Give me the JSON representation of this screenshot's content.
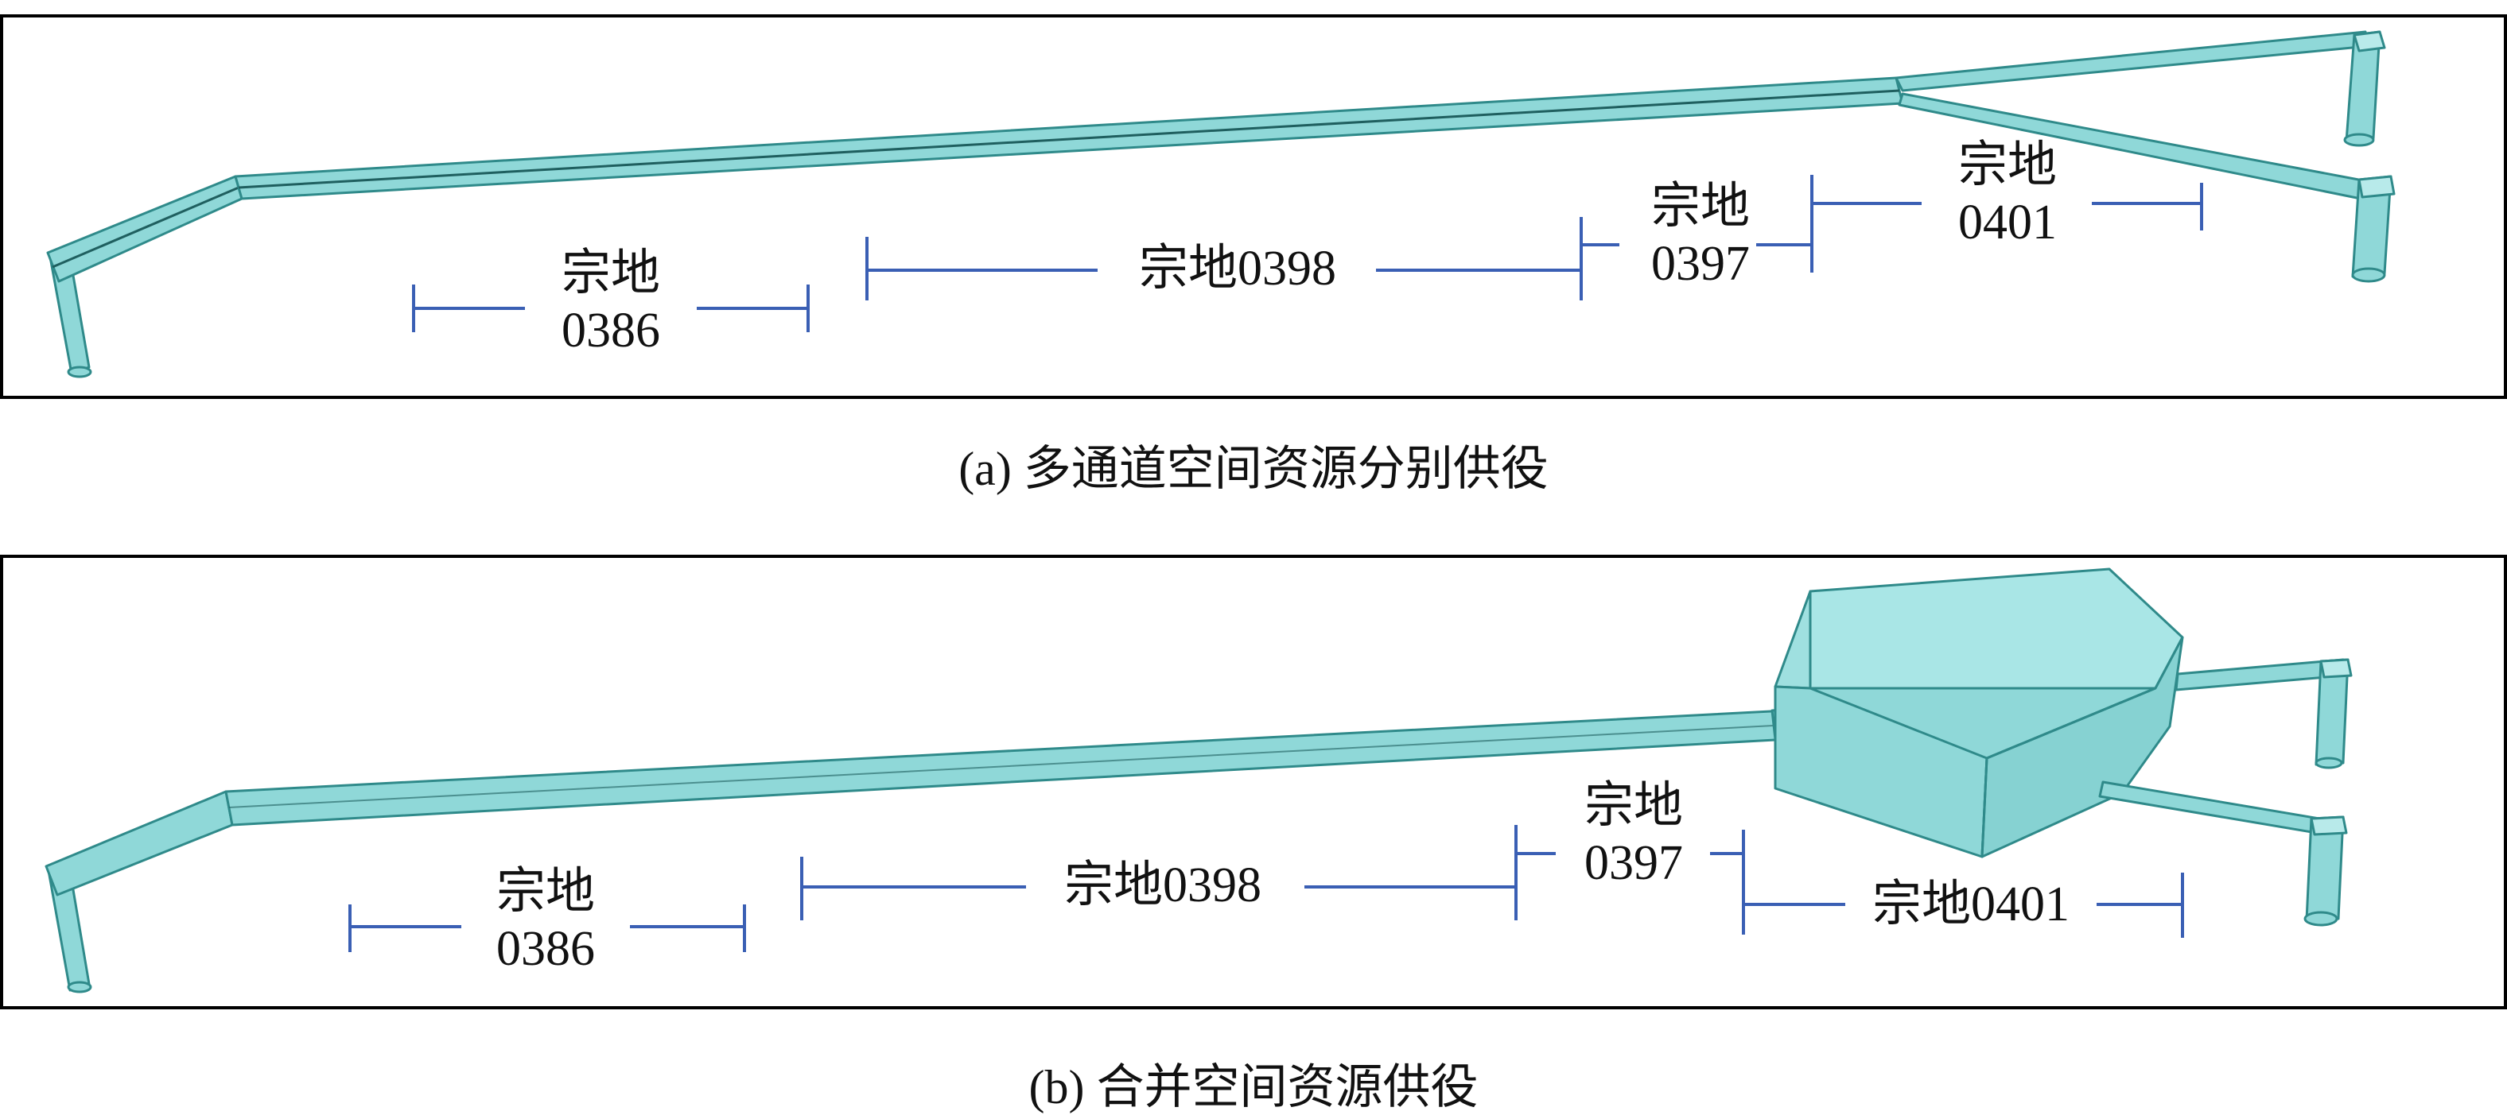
{
  "panels": [
    {
      "id": "a",
      "caption": "(a) 多通道空间资源分别供役",
      "parcels": [
        {
          "line1": "宗地",
          "line2": "0386"
        },
        {
          "line1": "宗地0398",
          "line2": ""
        },
        {
          "line1": "宗地",
          "line2": "0397"
        },
        {
          "line1": "宗地",
          "line2": "0401"
        }
      ]
    },
    {
      "id": "b",
      "caption": "(b) 合并空间资源供役",
      "parcels": [
        {
          "line1": "宗地",
          "line2": "0386"
        },
        {
          "line1": "宗地0398",
          "line2": ""
        },
        {
          "line1": "宗地",
          "line2": "0397"
        },
        {
          "line1": "宗地0401",
          "line2": ""
        }
      ]
    }
  ],
  "colors": {
    "channel_fill": "#8fd8d8",
    "channel_edge": "#2f8a8a",
    "dimension_line": "#3a5fb4",
    "frame": "#000000"
  }
}
